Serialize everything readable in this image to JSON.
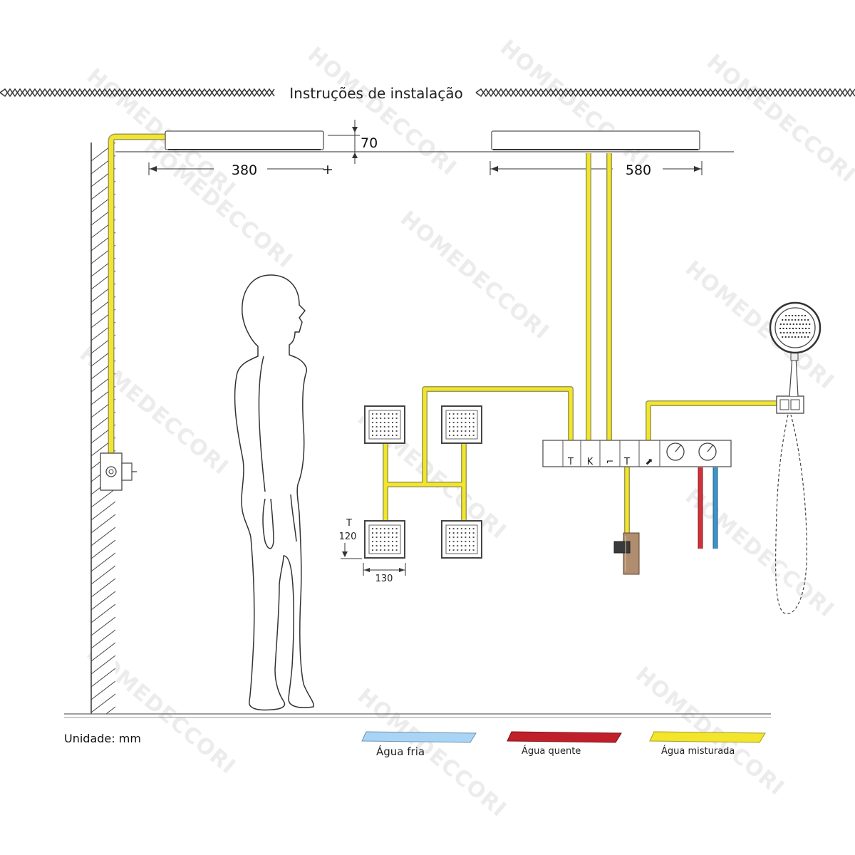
{
  "title": "Instruções de instalação",
  "dimensions": {
    "left_rain_width": "380",
    "rain_height": "70",
    "right_rain_width": "580",
    "jet_height": "120",
    "jet_width": "130"
  },
  "unit_label": "Unidade: mm",
  "legend": [
    {
      "label": "Água fria",
      "color": "#aad4f5"
    },
    {
      "label": "Água quente",
      "color": "#c0202a"
    },
    {
      "label": "Água misturada",
      "color": "#f2e52b"
    }
  ],
  "watermark": "HOMEDECCORI",
  "colors": {
    "mixed_pipe": "#f2e52b",
    "pipe_outline": "#9a9a60",
    "hot_pipe": "#d0313a",
    "cold_pipe": "#3d93c9"
  },
  "icons": [
    "rain-shower-icon",
    "body-jet-icon",
    "thermostatic-valve-icon",
    "hand-shower-icon",
    "tub-spout-icon",
    "human-figure-icon"
  ]
}
